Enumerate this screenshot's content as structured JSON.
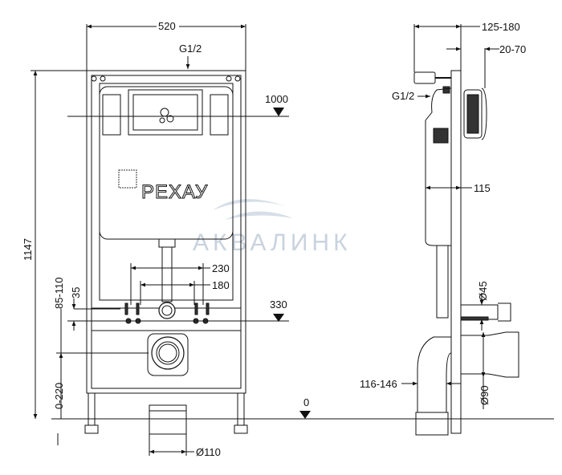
{
  "brand": {
    "logo_text": "РЕХАУ",
    "watermark": "АКВАЛИНК"
  },
  "front_view": {
    "width": "520",
    "inlet": "G1/2",
    "height": "1147",
    "level_top": "1000",
    "level_mid": "330",
    "level_zero": "0",
    "bolt_spacing_outer": "230",
    "bolt_spacing_inner": "180",
    "bolt_offset": "35",
    "bolt_height": "85-110",
    "drain_height": "0-220",
    "drain_diameter": "Ø110"
  },
  "side_view": {
    "depth": "125-180",
    "button_offset": "20-70",
    "inlet": "G1/2",
    "cistern_depth": "115",
    "water_pipe_diameter": "Ø45",
    "drain_diameter": "Ø90",
    "drain_depth": "116-146"
  }
}
